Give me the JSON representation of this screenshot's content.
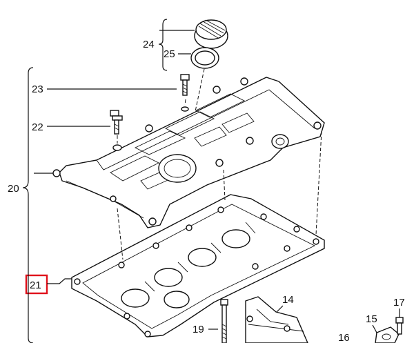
{
  "callouts": {
    "c24": "24",
    "c25": "25",
    "c23": "23",
    "c22": "22",
    "c20": "20",
    "c21": "21",
    "c14": "14",
    "c17": "17",
    "c15": "15",
    "c16": "16",
    "c19": "19"
  },
  "highlight": {
    "callout": "21",
    "color": "#e0111b"
  }
}
